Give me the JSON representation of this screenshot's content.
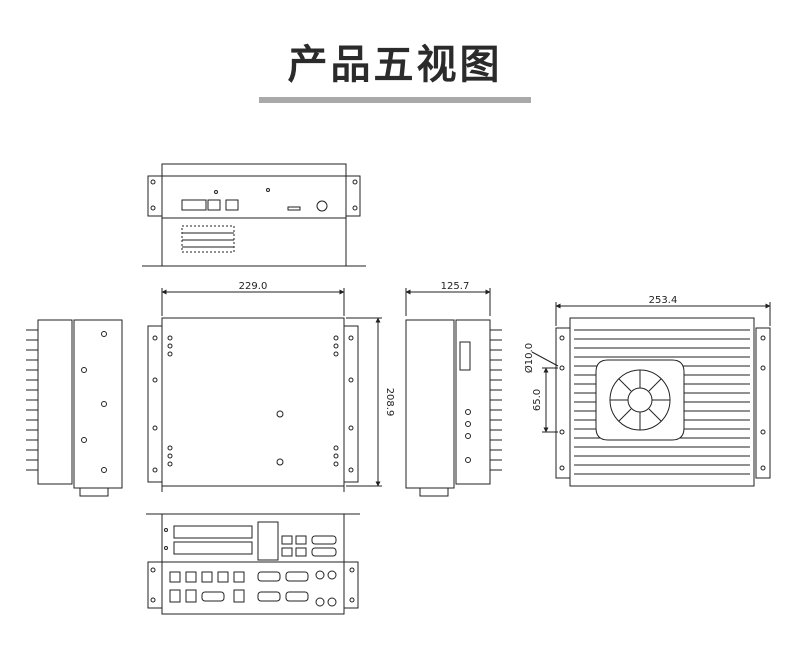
{
  "page": {
    "title": "产品五视图"
  },
  "dimensions": {
    "front_width": "229.0",
    "front_height": "208.9",
    "side_width": "125.7",
    "back_width": "253.4",
    "hole_diameter": "Ø10.0",
    "hole_spacing": "65.0"
  },
  "colors": {
    "line": "#222222",
    "title": "#2b2b2b",
    "rule": "#a9a9a9"
  }
}
